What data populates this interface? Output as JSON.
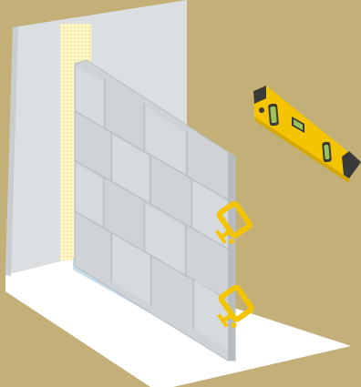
{
  "illustration": {
    "subject": "",
    "colors": {
      "background": "#c2b078",
      "floor": "#ffffff",
      "wall_left": "#dcdfe1",
      "wall_left_edge": "#c9cdd0",
      "mesh": "#fff6c6",
      "mesh_dots": "#e7d98a",
      "block_fill": "#cfd3d6",
      "block_fill_alt": "#d7dadc",
      "block_edge": "#b7bcc0",
      "rail": "#c7dbe8",
      "tool_yellow": "#f4c400",
      "tool_dark": "#3a3a3a",
      "vial": "#9cc45a"
    },
    "objects": [
      {
        "name": "floor"
      },
      {
        "name": "existing-wall"
      },
      {
        "name": "mesh-strip"
      },
      {
        "name": "block-wall"
      },
      {
        "name": "bottom-rail"
      },
      {
        "name": "clamp-upper"
      },
      {
        "name": "clamp-lower"
      },
      {
        "name": "spirit-level"
      }
    ]
  }
}
